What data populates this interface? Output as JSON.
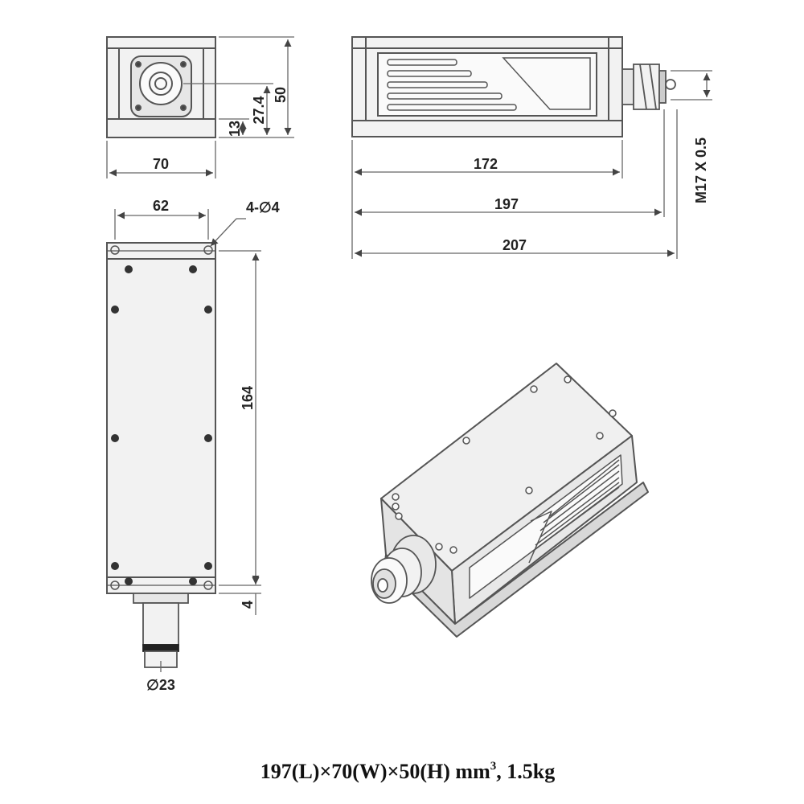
{
  "front_view": {
    "width": "70",
    "height": "50",
    "center_height": "27.4",
    "base_height": "13"
  },
  "side_view": {
    "len_body": "172",
    "len_total_no_thread": "197",
    "len_total": "207",
    "thread": "M17 X 0.5"
  },
  "top_view": {
    "hole_spacing": "62",
    "holes": "4-∅4",
    "length": "164",
    "flange": "4",
    "diameter": "∅23"
  },
  "caption": {
    "main": "197(L)×70(W)×50(H) mm",
    "sup": "3",
    "tail": ", 1.5kg"
  }
}
